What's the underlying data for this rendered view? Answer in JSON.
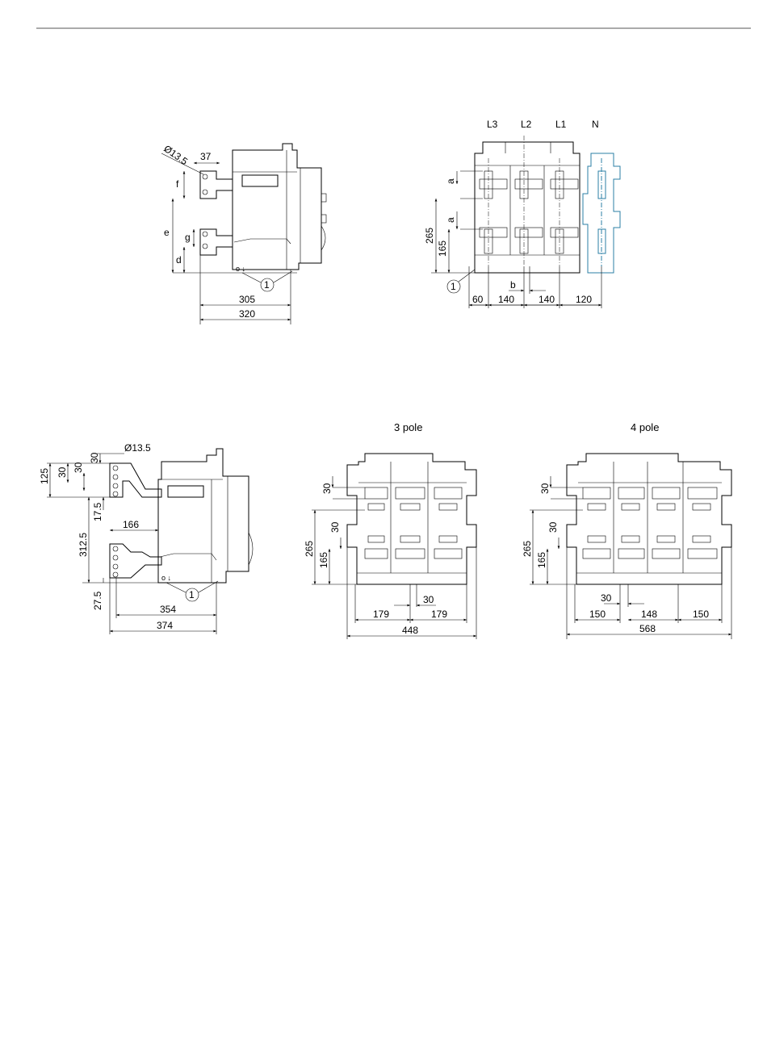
{
  "top_left": {
    "labels": {
      "hole": "Ø13.5",
      "w37": "37",
      "f": "f",
      "e": "e",
      "g": "g",
      "d": "d",
      "d305": "305",
      "d320": "320",
      "callout": "1"
    }
  },
  "top_right": {
    "poles": [
      "L3",
      "L2",
      "L1",
      "N"
    ],
    "labels": {
      "a1": "a",
      "a2": "a",
      "h265": "265",
      "h165": "165",
      "b": "b",
      "w60": "60",
      "w140a": "140",
      "w140b": "140",
      "w120": "120",
      "callout": "1"
    }
  },
  "bottom_left": {
    "labels": {
      "hole": "Ø13.5",
      "v125": "125",
      "v30a": "30",
      "v30b": "30",
      "v30c": "30",
      "v17_5": "17.5",
      "v312_5": "312.5",
      "v27_5": "27.5",
      "w166": "166",
      "w354": "354",
      "w374": "374",
      "callout": "1"
    }
  },
  "three_pole": {
    "title": "3 pole",
    "labels": {
      "v30a": "30",
      "v30b": "30",
      "h265": "265",
      "h165": "165",
      "w30": "30",
      "w179a": "179",
      "w179b": "179",
      "w448": "448"
    }
  },
  "four_pole": {
    "title": "4 pole",
    "labels": {
      "v30a": "30",
      "v30b": "30",
      "h265": "265",
      "h165": "165",
      "w30": "30",
      "w150a": "150",
      "w148": "148",
      "w150b": "150",
      "w568": "568"
    }
  }
}
